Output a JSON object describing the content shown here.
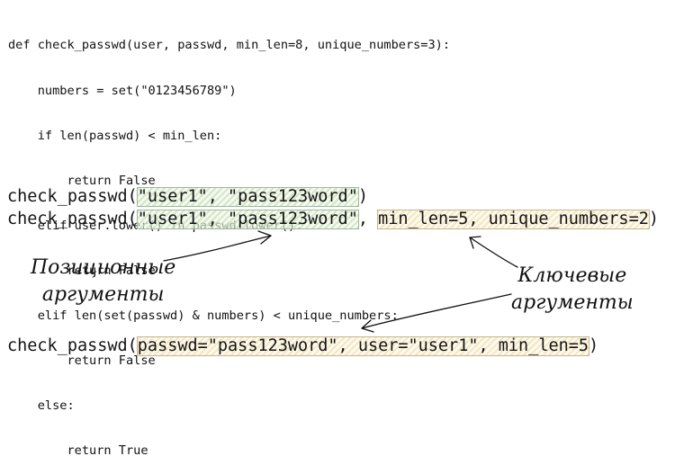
{
  "code": {
    "lines": [
      "def check_passwd(user, passwd, min_len=8, unique_numbers=3):",
      "    numbers = set(\"0123456789\")",
      "    if len(passwd) < min_len:",
      "        return False",
      "    elif user.lower() in passwd.lower():",
      "        return False",
      "    elif len(set(passwd) & numbers) < unique_numbers:",
      "        return False",
      "    else:",
      "        return True"
    ]
  },
  "calls": {
    "call1": {
      "prefix": "check_passwd(",
      "positional": "\"user1\", \"pass123word\"",
      "suffix": ")"
    },
    "call2": {
      "prefix": "check_passwd(",
      "positional": "\"user1\", \"pass123word\"",
      "separator": ", ",
      "keyword": "min_len=5, unique_numbers=2",
      "suffix": ")"
    },
    "call3": {
      "prefix": "check_passwd(",
      "keyword": "passwd=\"pass123word\", user=\"user1\", min_len=5",
      "suffix": ")"
    }
  },
  "annotations": {
    "positional_label": "Позиционные\nаргументы",
    "keyword_label": "Ключевые\nаргументы"
  },
  "colors": {
    "positional_highlight": "#d8e8cc",
    "keyword_highlight": "#f3e6c4"
  },
  "icons": {
    "arrow_positional": "arrow-up-right",
    "arrow_keyword_up": "arrow-up-left",
    "arrow_keyword_down": "arrow-down-left"
  }
}
